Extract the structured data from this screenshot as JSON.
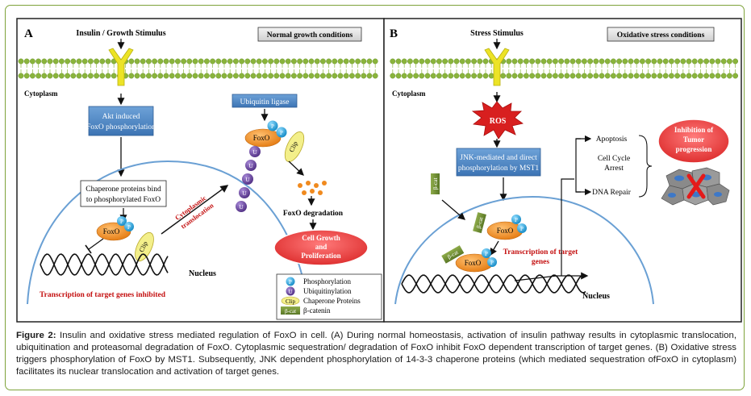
{
  "panel_a": {
    "letter": "A",
    "stimulus": "Insulin / Growth Stimulus",
    "condition": "Normal growth conditions",
    "cytoplasm": "Cytoplasm",
    "akt_line1": "Akt induced",
    "akt_line2": "FoxO phosphorylation",
    "chaperone_line1": "Chaperone proteins bind",
    "chaperone_line2": "to phosphorylated FoxO",
    "ubiquitin_ligase": "Ubiquitin ligase",
    "foxo": "FoxO",
    "clip": "Clip",
    "p": "P",
    "u": "U",
    "translocation_line1": "Cytoplasmic",
    "translocation_line2": "translocation",
    "degradation": "FoxO degradation",
    "growth_line1": "Cell Growth",
    "growth_line2": "and",
    "growth_line3": "Proliferation",
    "nucleus": "Nucleus",
    "transcription_inhibited": "Transcription of target genes inhibited"
  },
  "legend": {
    "p_symbol": "P",
    "phosphorylation": "Phosphorylation",
    "u_symbol": "U",
    "ubiquitinylation": "Ubiquitinylation",
    "clip_symbol": "Clip",
    "chaperone": "Chaperone Proteins",
    "bcat_symbol": "β-cat",
    "bcatenin": "β-catenin"
  },
  "panel_b": {
    "letter": "B",
    "stimulus": "Stress Stimulus",
    "condition": "Oxidative stress conditions",
    "cytoplasm": "Cytoplasm",
    "ros": "ROS",
    "jnk_line1": "JNK-mediated and direct",
    "jnk_line2": "phosphorylation by MST1",
    "bcat": "β-cat",
    "foxo": "FoxO",
    "p": "P",
    "apoptosis": "Apoptosis",
    "arrest_line1": "Cell Cycle",
    "arrest_line2": "Arrest",
    "dna_repair": "DNA Repair",
    "inhibition_line1": "Inhibition of",
    "inhibition_line2": "Tumor",
    "inhibition_line3": "progression",
    "transcription_line1": "Transcription of target",
    "transcription_line2": "genes",
    "nucleus": "Nucleus"
  },
  "caption": {
    "label": "Figure 2:",
    "text": " Insulin and oxidative stress mediated regulation of FoxO in cell. (A) During normal homeostasis, activation of insulin pathway results in cytoplasmic translocation, ubiquitination and proteasomal degradation of FoxO. Cytoplasmic sequestration/ degradation of FoxO inhibit FoxO dependent transcription of target genes. (B) Oxidative stress triggers phosphorylation of FoxO by MST1. Subsequently, JNK dependent phosphorylation of 14-3-3 chaperone proteins (which mediated sequestration ofFoxO in cytoplasm) facilitates its nuclear translocation and activation of target genes."
  },
  "colors": {
    "membrane": "#8ab43c",
    "receptor": "#e8e020",
    "box_blue": "#4a86c5",
    "foxo_orange": "#f08a1e",
    "p_cyan": "#2ea6d8",
    "u_purple": "#6a4a9c",
    "clip_yellow": "#f3ef8a",
    "bcat_green": "#6b8a2e",
    "red_oval": "#e23a3a",
    "ros_red": "#d81f1f",
    "text_red": "#c41010"
  }
}
